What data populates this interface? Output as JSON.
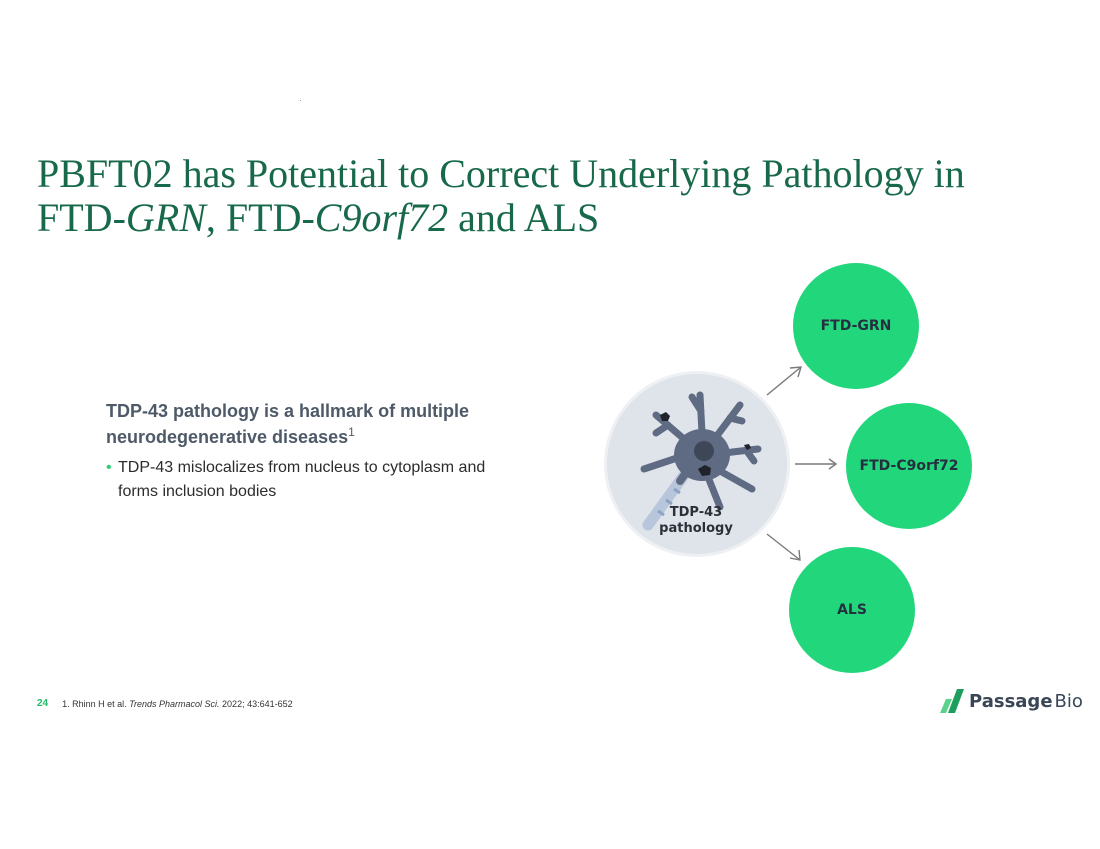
{
  "title": {
    "part1": "PBFT02 has Potential to Correct Underlying Pathology in FTD-",
    "grn": "GRN",
    "part2": ", FTD-",
    "c9": "C9orf72",
    "part3": " and ALS"
  },
  "content": {
    "heading": "TDP-43 pathology is a hallmark of multiple neurodegenerative diseases",
    "heading_ref": "1",
    "bullet_mark": "•",
    "bullet": "TDP-43 mislocalizes from nucleus to cytoplasm and forms inclusion bodies"
  },
  "diagram": {
    "center_label_line1": "TDP-43",
    "center_label_line2": "pathology",
    "diseases": [
      "FTD-GRN",
      "FTD-C9orf72",
      "ALS"
    ],
    "disease_color": "#22d67c",
    "neuron_color": "#5f6b82",
    "axon_color": "#b8c6dc"
  },
  "footer": {
    "page_number": "24",
    "ref_prefix": "1. Rhinn H et al. ",
    "ref_journal": "Trends Pharmacol Sci.",
    "ref_suffix": " 2022; 43:641-652"
  },
  "logo": {
    "word1": "Passage",
    "word2": "Bio",
    "icon": "passage-bio-logo-icon"
  },
  "colors": {
    "title": "#17694a",
    "accent": "#2ecf7c",
    "heading": "#4e5a68"
  }
}
